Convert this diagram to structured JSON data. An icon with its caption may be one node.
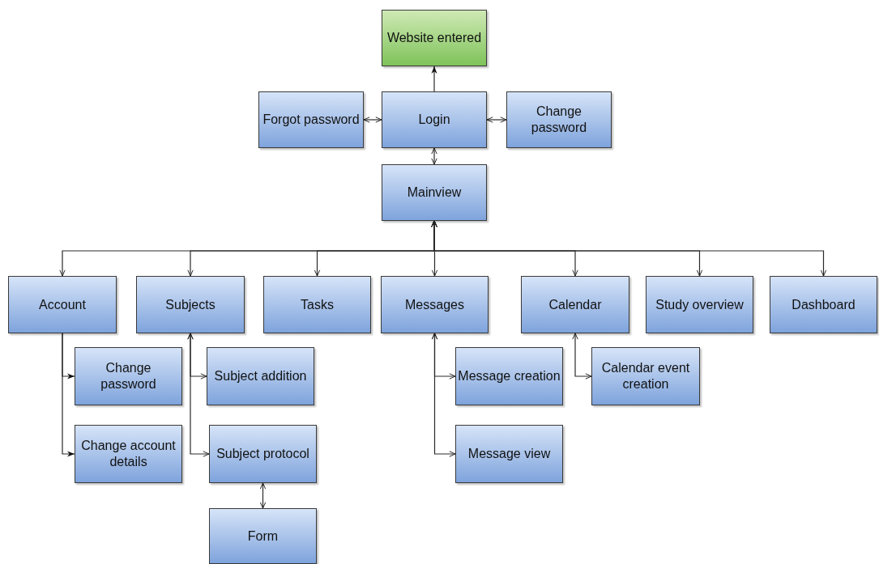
{
  "diagram": {
    "nodes": [
      {
        "text": [
          "Website entered"
        ]
      },
      {
        "text": [
          "Forgot password"
        ]
      },
      {
        "text": [
          "Login"
        ]
      },
      {
        "text": [
          "Change password"
        ]
      },
      {
        "text": [
          "Mainview"
        ]
      },
      {
        "text": [
          "Account"
        ]
      },
      {
        "text": [
          "Subjects"
        ]
      },
      {
        "text": [
          "Tasks"
        ]
      },
      {
        "text": [
          "Messages"
        ]
      },
      {
        "text": [
          "Calendar"
        ]
      },
      {
        "text": [
          "Study overview"
        ]
      },
      {
        "text": [
          "Dashboard"
        ]
      },
      {
        "text": [
          "Change password"
        ]
      },
      {
        "text": [
          "Subject addition"
        ]
      },
      {
        "text": [
          "Message creation"
        ]
      },
      {
        "text": [
          "Calendar event creation"
        ]
      },
      {
        "text": [
          "Change account details"
        ]
      },
      {
        "text": [
          "Subject protocol"
        ]
      },
      {
        "text": [
          "Message view"
        ]
      },
      {
        "text": [
          "Form"
        ]
      }
    ],
    "edges": [
      {
        "from": 2,
        "to": 0,
        "arrow": "to"
      },
      {
        "from": 2,
        "to": 1,
        "arrow": "both"
      },
      {
        "from": 2,
        "to": 3,
        "arrow": "both"
      },
      {
        "from": 2,
        "to": 4,
        "arrow": "both"
      },
      {
        "from": 4,
        "to": 5,
        "arrow": "both"
      },
      {
        "from": 4,
        "to": 6,
        "arrow": "both"
      },
      {
        "from": 4,
        "to": 7,
        "arrow": "both"
      },
      {
        "from": 4,
        "to": 8,
        "arrow": "both"
      },
      {
        "from": 4,
        "to": 9,
        "arrow": "both"
      },
      {
        "from": 4,
        "to": 10,
        "arrow": "both"
      },
      {
        "from": 4,
        "to": 11,
        "arrow": "both"
      },
      {
        "from": 5,
        "to": 12,
        "arrow": "to"
      },
      {
        "from": 5,
        "to": 16,
        "arrow": "to"
      },
      {
        "from": 6,
        "to": 13,
        "arrow": "both"
      },
      {
        "from": 6,
        "to": 17,
        "arrow": "both"
      },
      {
        "from": 17,
        "to": 19,
        "arrow": "both"
      },
      {
        "from": 8,
        "to": 14,
        "arrow": "both"
      },
      {
        "from": 8,
        "to": 18,
        "arrow": "both"
      },
      {
        "from": 9,
        "to": 15,
        "arrow": "both"
      }
    ]
  }
}
